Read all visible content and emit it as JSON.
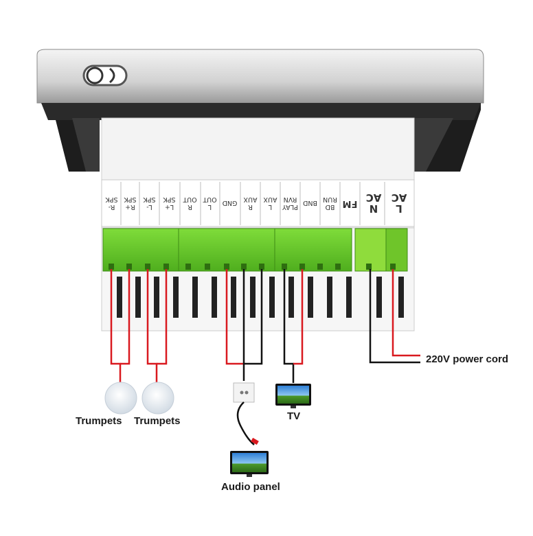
{
  "terminals": [
    {
      "line1": "R-",
      "line2": "SPK"
    },
    {
      "line1": "R+",
      "line2": "SPK"
    },
    {
      "line1": "L-",
      "line2": "SPK"
    },
    {
      "line1": "L+",
      "line2": "SPK"
    },
    {
      "line1": "R",
      "line2": "OUT"
    },
    {
      "line1": "L",
      "line2": "OUT"
    },
    {
      "line1": "",
      "line2": "GND"
    },
    {
      "line1": "R",
      "line2": "AUX"
    },
    {
      "line1": "L",
      "line2": "AUX"
    },
    {
      "line1": "PLAY",
      "line2": "RVN"
    },
    {
      "line1": "",
      "line2": "BND"
    },
    {
      "line1": "BD",
      "line2": "RUN"
    },
    {
      "line1": "",
      "line2": "FM"
    },
    {
      "line1": "N",
      "line2": "AC"
    },
    {
      "line1": "L",
      "line2": "AC"
    }
  ],
  "labels": {
    "power_cord": "220V power cord",
    "trumpets_left": "Trumpets",
    "trumpets_right": "Trumpets",
    "tv": "TV",
    "audio_panel": "Audio panel"
  },
  "colors": {
    "wire_red": "#d9191f",
    "wire_black": "#111111",
    "terminal_green": "#6ccf2e",
    "terminal_green_light": "#9be04a",
    "panel_white": "#f2f2f2",
    "bezel_silver": "#dcdcdc"
  },
  "icons": [
    "toggle-switch-icon",
    "speaker-icon",
    "jack-plate-icon",
    "tv-icon",
    "monitor-icon"
  ]
}
